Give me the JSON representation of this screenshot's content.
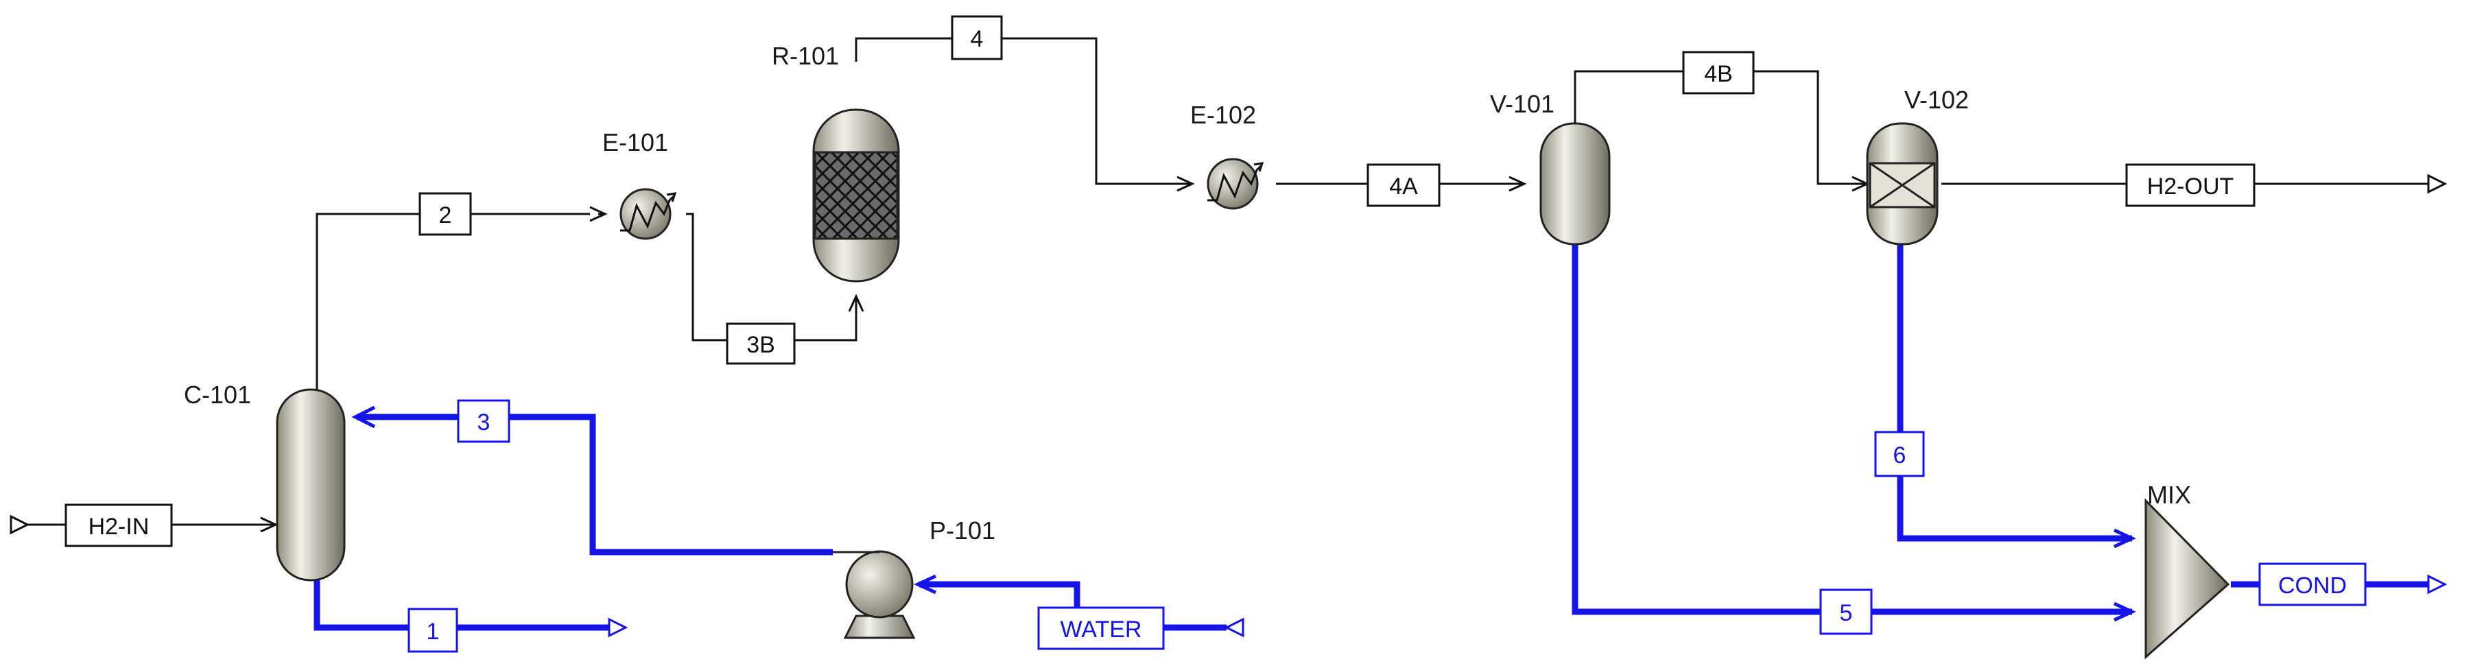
{
  "equipment": {
    "c101": "C-101",
    "e101": "E-101",
    "r101": "R-101",
    "e102": "E-102",
    "v101": "V-101",
    "v102": "V-102",
    "p101": "P-101",
    "mix": "MIX"
  },
  "streams": {
    "s1": "1",
    "s2": "2",
    "s3": "3",
    "s3b": "3B",
    "s4": "4",
    "s4a": "4A",
    "s4b": "4B",
    "s5": "5",
    "s6": "6",
    "h2_in": "H2-IN",
    "h2_out": "H2-OUT",
    "water": "WATER",
    "cond": "COND"
  },
  "colors": {
    "gas_stream": "#111111",
    "liquid_stream": "#1414e6",
    "equipment_fill": "#c8c6b4"
  }
}
